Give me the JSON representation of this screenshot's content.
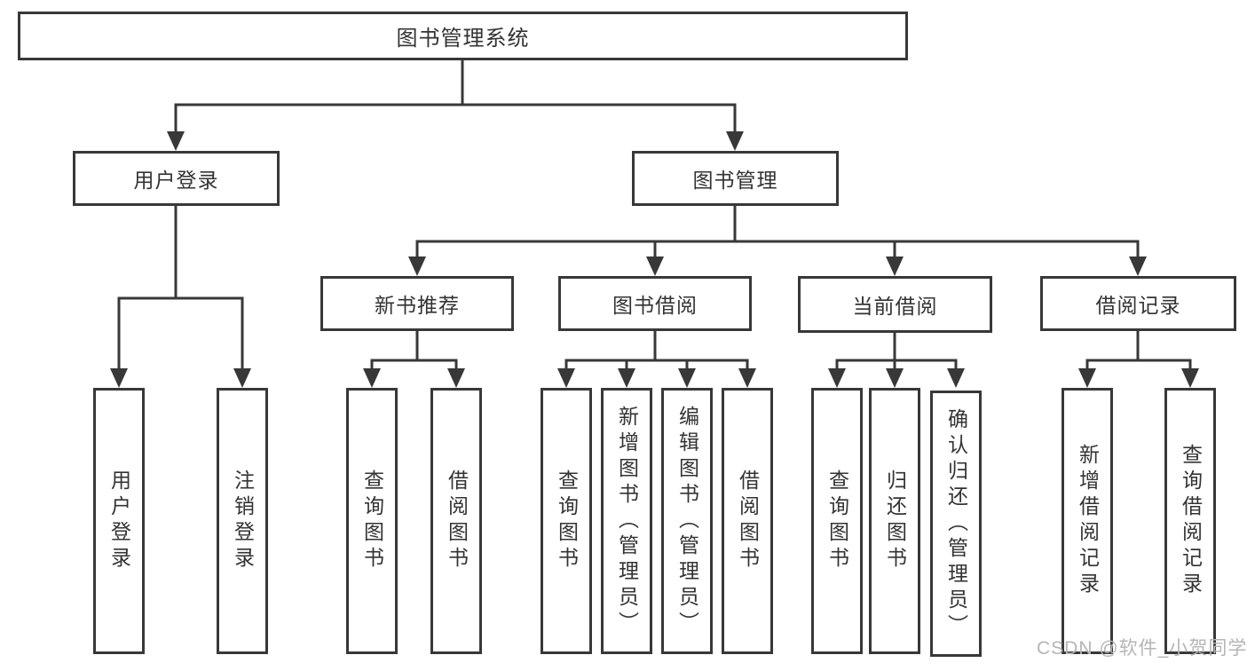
{
  "tree": {
    "root": {
      "label": "图书管理系统"
    },
    "branches": [
      {
        "label": "用户登录",
        "children": [
          {
            "label": "用户登录"
          },
          {
            "label": "注销登录"
          }
        ]
      },
      {
        "label": "图书管理",
        "children": [
          {
            "label": "新书推荐",
            "children": [
              {
                "label": "查询图书"
              },
              {
                "label": "借阅图书"
              }
            ]
          },
          {
            "label": "图书借阅",
            "children": [
              {
                "label": "查询图书"
              },
              {
                "label": "新增图书（管理员）"
              },
              {
                "label": "编辑图书（管理员）"
              },
              {
                "label": "借阅图书"
              }
            ]
          },
          {
            "label": "当前借阅",
            "children": [
              {
                "label": "查询图书"
              },
              {
                "label": "归还图书"
              },
              {
                "label": "确认归还（管理员）"
              }
            ]
          },
          {
            "label": "借阅记录",
            "children": [
              {
                "label": "新增借阅记录"
              },
              {
                "label": "查询借阅记录"
              }
            ]
          }
        ]
      }
    ]
  },
  "watermark": {
    "text": "CSDN @软件_小贺同学"
  },
  "colors": {
    "line": "#383838",
    "box_border": "#383838",
    "text": "#333333",
    "watermark": "#b5b5b5",
    "background": "#ffffff"
  }
}
